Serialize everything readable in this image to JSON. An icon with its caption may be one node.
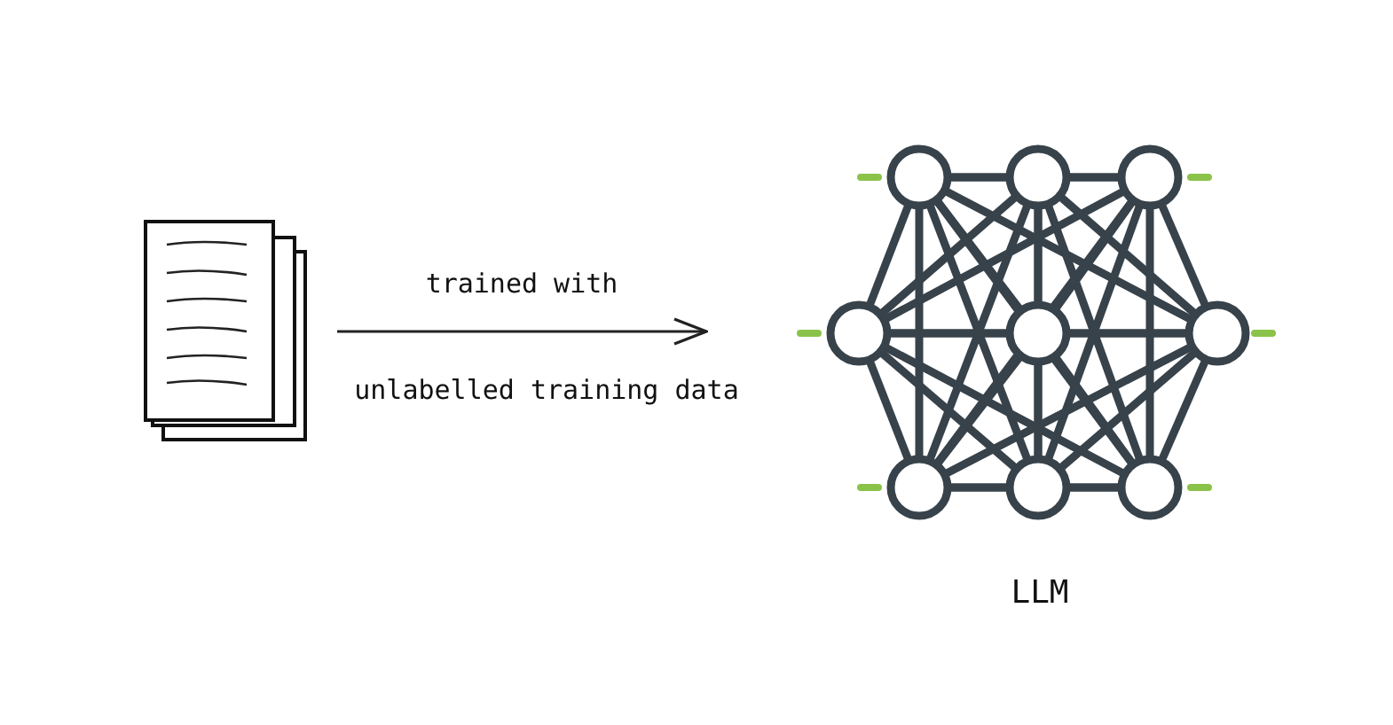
{
  "diagram": {
    "nodes": [
      {
        "text": [],
        "shape": "picture"
      },
      {
        "text": [],
        "shape": "picture",
        "beside": [
          "LLM"
        ]
      }
    ],
    "edges": [
      {
        "from": 0,
        "to": 1,
        "arrow": "to",
        "label": "trained with"
      }
    ],
    "labels": [
      "unlabelled training data"
    ]
  }
}
